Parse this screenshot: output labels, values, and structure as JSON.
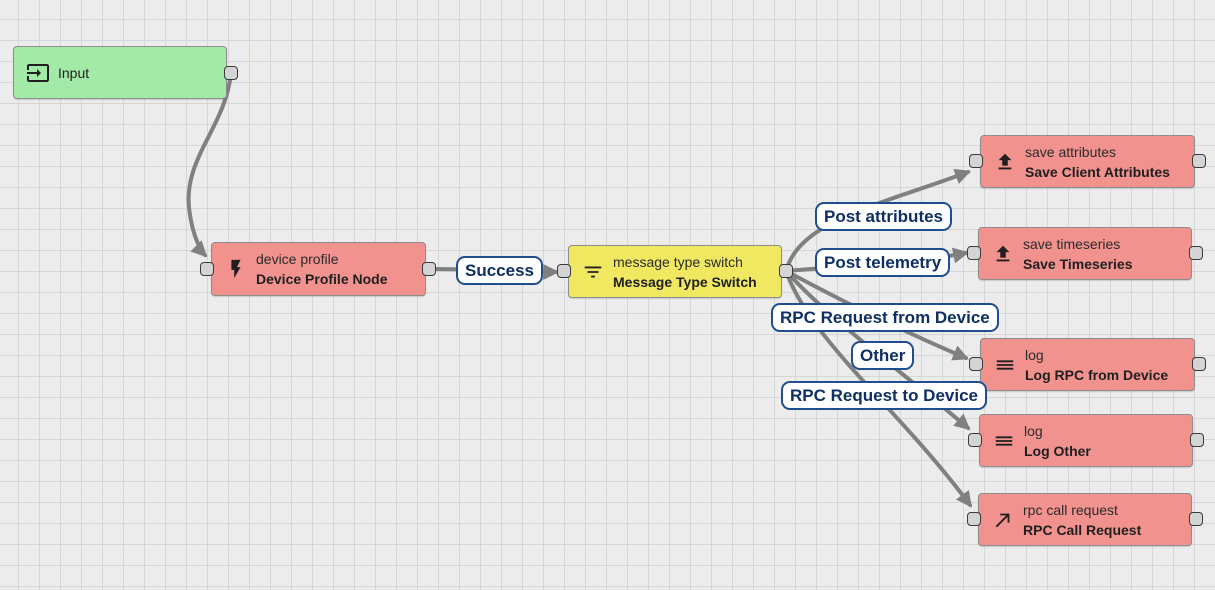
{
  "colors": {
    "input_node": "#a3eaa9",
    "action_node": "#f1928f",
    "filter_node": "#f1e861",
    "edge": "#808080",
    "label_border": "#1f4d8f",
    "label_text": "#0e2f63",
    "grid": "#d6d6d6",
    "background": "#ececec"
  },
  "nodes": {
    "input": {
      "icon": "input-icon",
      "name": "Input"
    },
    "device_profile": {
      "icon": "bolt-icon",
      "type": "device profile",
      "name": "Device Profile Node"
    },
    "message_type_switch": {
      "icon": "filter-icon",
      "type": "message type switch",
      "name": "Message Type Switch"
    },
    "save_attributes": {
      "icon": "upload-icon",
      "type": "save attributes",
      "name": "Save Client Attributes"
    },
    "save_timeseries": {
      "icon": "upload-icon",
      "type": "save timeseries",
      "name": "Save Timeseries"
    },
    "log_rpc": {
      "icon": "list-icon",
      "type": "log",
      "name": "Log RPC from Device"
    },
    "log_other": {
      "icon": "list-icon",
      "type": "log",
      "name": "Log Other"
    },
    "rpc_call": {
      "icon": "arrow-up-right-icon",
      "type": "rpc call request",
      "name": "RPC Call Request"
    }
  },
  "edges": {
    "success": "Success",
    "post_attributes": "Post attributes",
    "post_telemetry": "Post telemetry",
    "rpc_from_device": "RPC Request from Device",
    "other": "Other",
    "rpc_to_device": "RPC Request to Device"
  }
}
